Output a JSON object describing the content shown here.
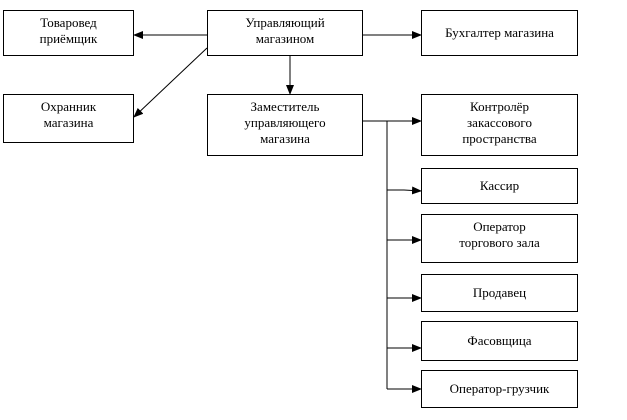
{
  "diagram": {
    "nodes": {
      "manager": {
        "label": "Управляющий\nмагазином"
      },
      "merch": {
        "label": "Товаровед\nприёмщик"
      },
      "account": {
        "label": "Бухгалтер магазина"
      },
      "guard": {
        "label": "Охранник\nмагазина"
      },
      "deputy": {
        "label": "Заместитель\nуправляющего\nмагазина"
      },
      "control": {
        "label": "Контролёр\nзакассового\nпространства"
      },
      "cashier": {
        "label": "Кассир"
      },
      "operator": {
        "label": "Оператор\nторгового зала"
      },
      "seller": {
        "label": "Продавец"
      },
      "packer": {
        "label": "Фасовщица"
      },
      "loader": {
        "label": "Оператор-грузчик"
      }
    },
    "edges": [
      {
        "from": "manager",
        "to": "merch"
      },
      {
        "from": "manager",
        "to": "account"
      },
      {
        "from": "manager",
        "to": "guard"
      },
      {
        "from": "manager",
        "to": "deputy"
      },
      {
        "from": "deputy",
        "to": "control"
      },
      {
        "from": "deputy",
        "to": "cashier"
      },
      {
        "from": "deputy",
        "to": "operator"
      },
      {
        "from": "deputy",
        "to": "seller"
      },
      {
        "from": "deputy",
        "to": "packer"
      },
      {
        "from": "deputy",
        "to": "loader"
      }
    ],
    "colors": {
      "line": "#000000",
      "box_border": "#000000",
      "background": "#ffffff"
    }
  }
}
